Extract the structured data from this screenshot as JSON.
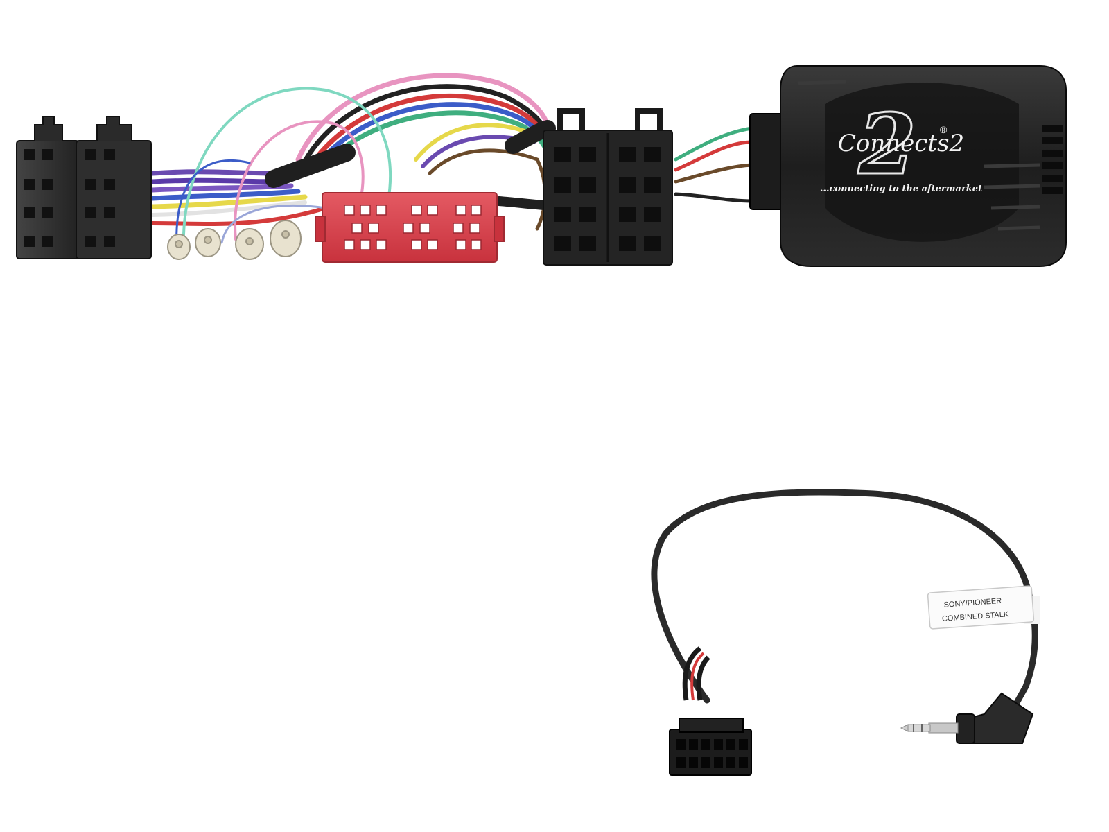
{
  "image": {
    "type": "product photo",
    "background": "#ffffff"
  },
  "interface_box": {
    "brand_logo": "Connects2",
    "logo_mark": "2",
    "registered_mark": "®",
    "tagline": "...connecting to the aftermarket"
  },
  "patch_lead": {
    "label_line1": "SONY/PIONEER",
    "label_line2": "COMBINED STALK"
  },
  "colors": {
    "connector_black": "#2a2a2a",
    "connector_red": "#d8434d",
    "wire_purple": "#6a4ab0",
    "wire_blue": "#3b5cc8",
    "wire_green": "#3fae7f",
    "wire_pink": "#e894c0",
    "wire_aqua": "#7fd8c0",
    "wire_yellow": "#e6d84a",
    "wire_red": "#d43a3a",
    "wire_brown": "#6a4a2a",
    "wire_white": "#dddddd"
  }
}
